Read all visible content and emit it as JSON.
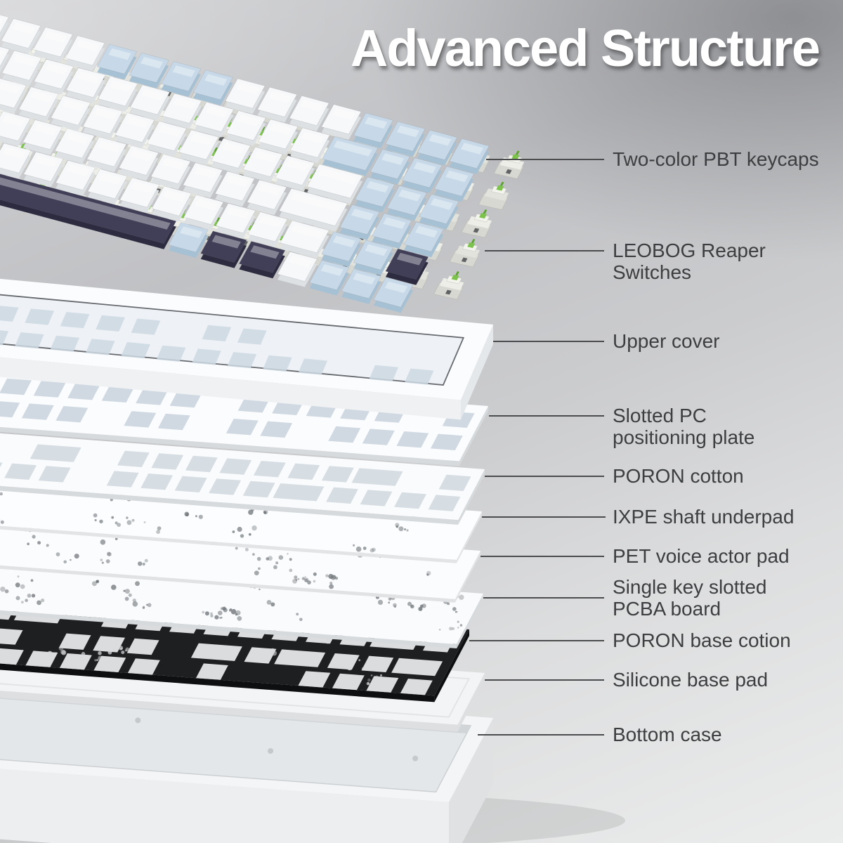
{
  "title": "Advanced Structure",
  "callouts": [
    {
      "id": "keycaps",
      "label": "Two-color PBT keycaps"
    },
    {
      "id": "switches",
      "label": "LEOBOG Reaper Switches"
    },
    {
      "id": "upper-cover",
      "label": "Upper cover"
    },
    {
      "id": "positioning-plate",
      "label": "Slotted PC positioning plate"
    },
    {
      "id": "poron-cotton",
      "label": "PORON cotton"
    },
    {
      "id": "ixpe-underpad",
      "label": "IXPE shaft underpad"
    },
    {
      "id": "pet-pad",
      "label": "PET voice actor pad"
    },
    {
      "id": "pcba-board",
      "label": "Single key slotted PCBA board"
    },
    {
      "id": "poron-base",
      "label": "PORON base cotion"
    },
    {
      "id": "silicone-pad",
      "label": "Silicone base pad"
    },
    {
      "id": "bottom-case",
      "label": "Bottom case"
    }
  ],
  "colors": {
    "title_text": "#ffffff",
    "label_text": "#3d3e40",
    "leader_line": "#4b4c4e",
    "keycap_white": "#f7f8f9",
    "keycap_white_side": "#dcе0e3",
    "keycap_blue": "#c7d9e8",
    "keycap_blue_side": "#a7c1d4",
    "keycap_navy": "#413f58",
    "keycap_navy_side": "#2c2b40",
    "switch_housing": "#d7d8d1",
    "switch_housing_light": "#edeee8",
    "switch_green": "#7cc24c",
    "switch_green_dark": "#5da32f",
    "plate_white": "#fafbfc",
    "plate_side": "#d7dadc",
    "cutout_tint": "#ccd6e0",
    "cover_recess": "#eef2f6",
    "cover_seam": "#4d5156",
    "foam_black": "#1e1f21",
    "foam_black_hole": "#ebedee",
    "speckle_gray": "#6f7478",
    "bottom_case": "#f4f5f6",
    "bottom_case_floor": "#e4e7e9"
  }
}
